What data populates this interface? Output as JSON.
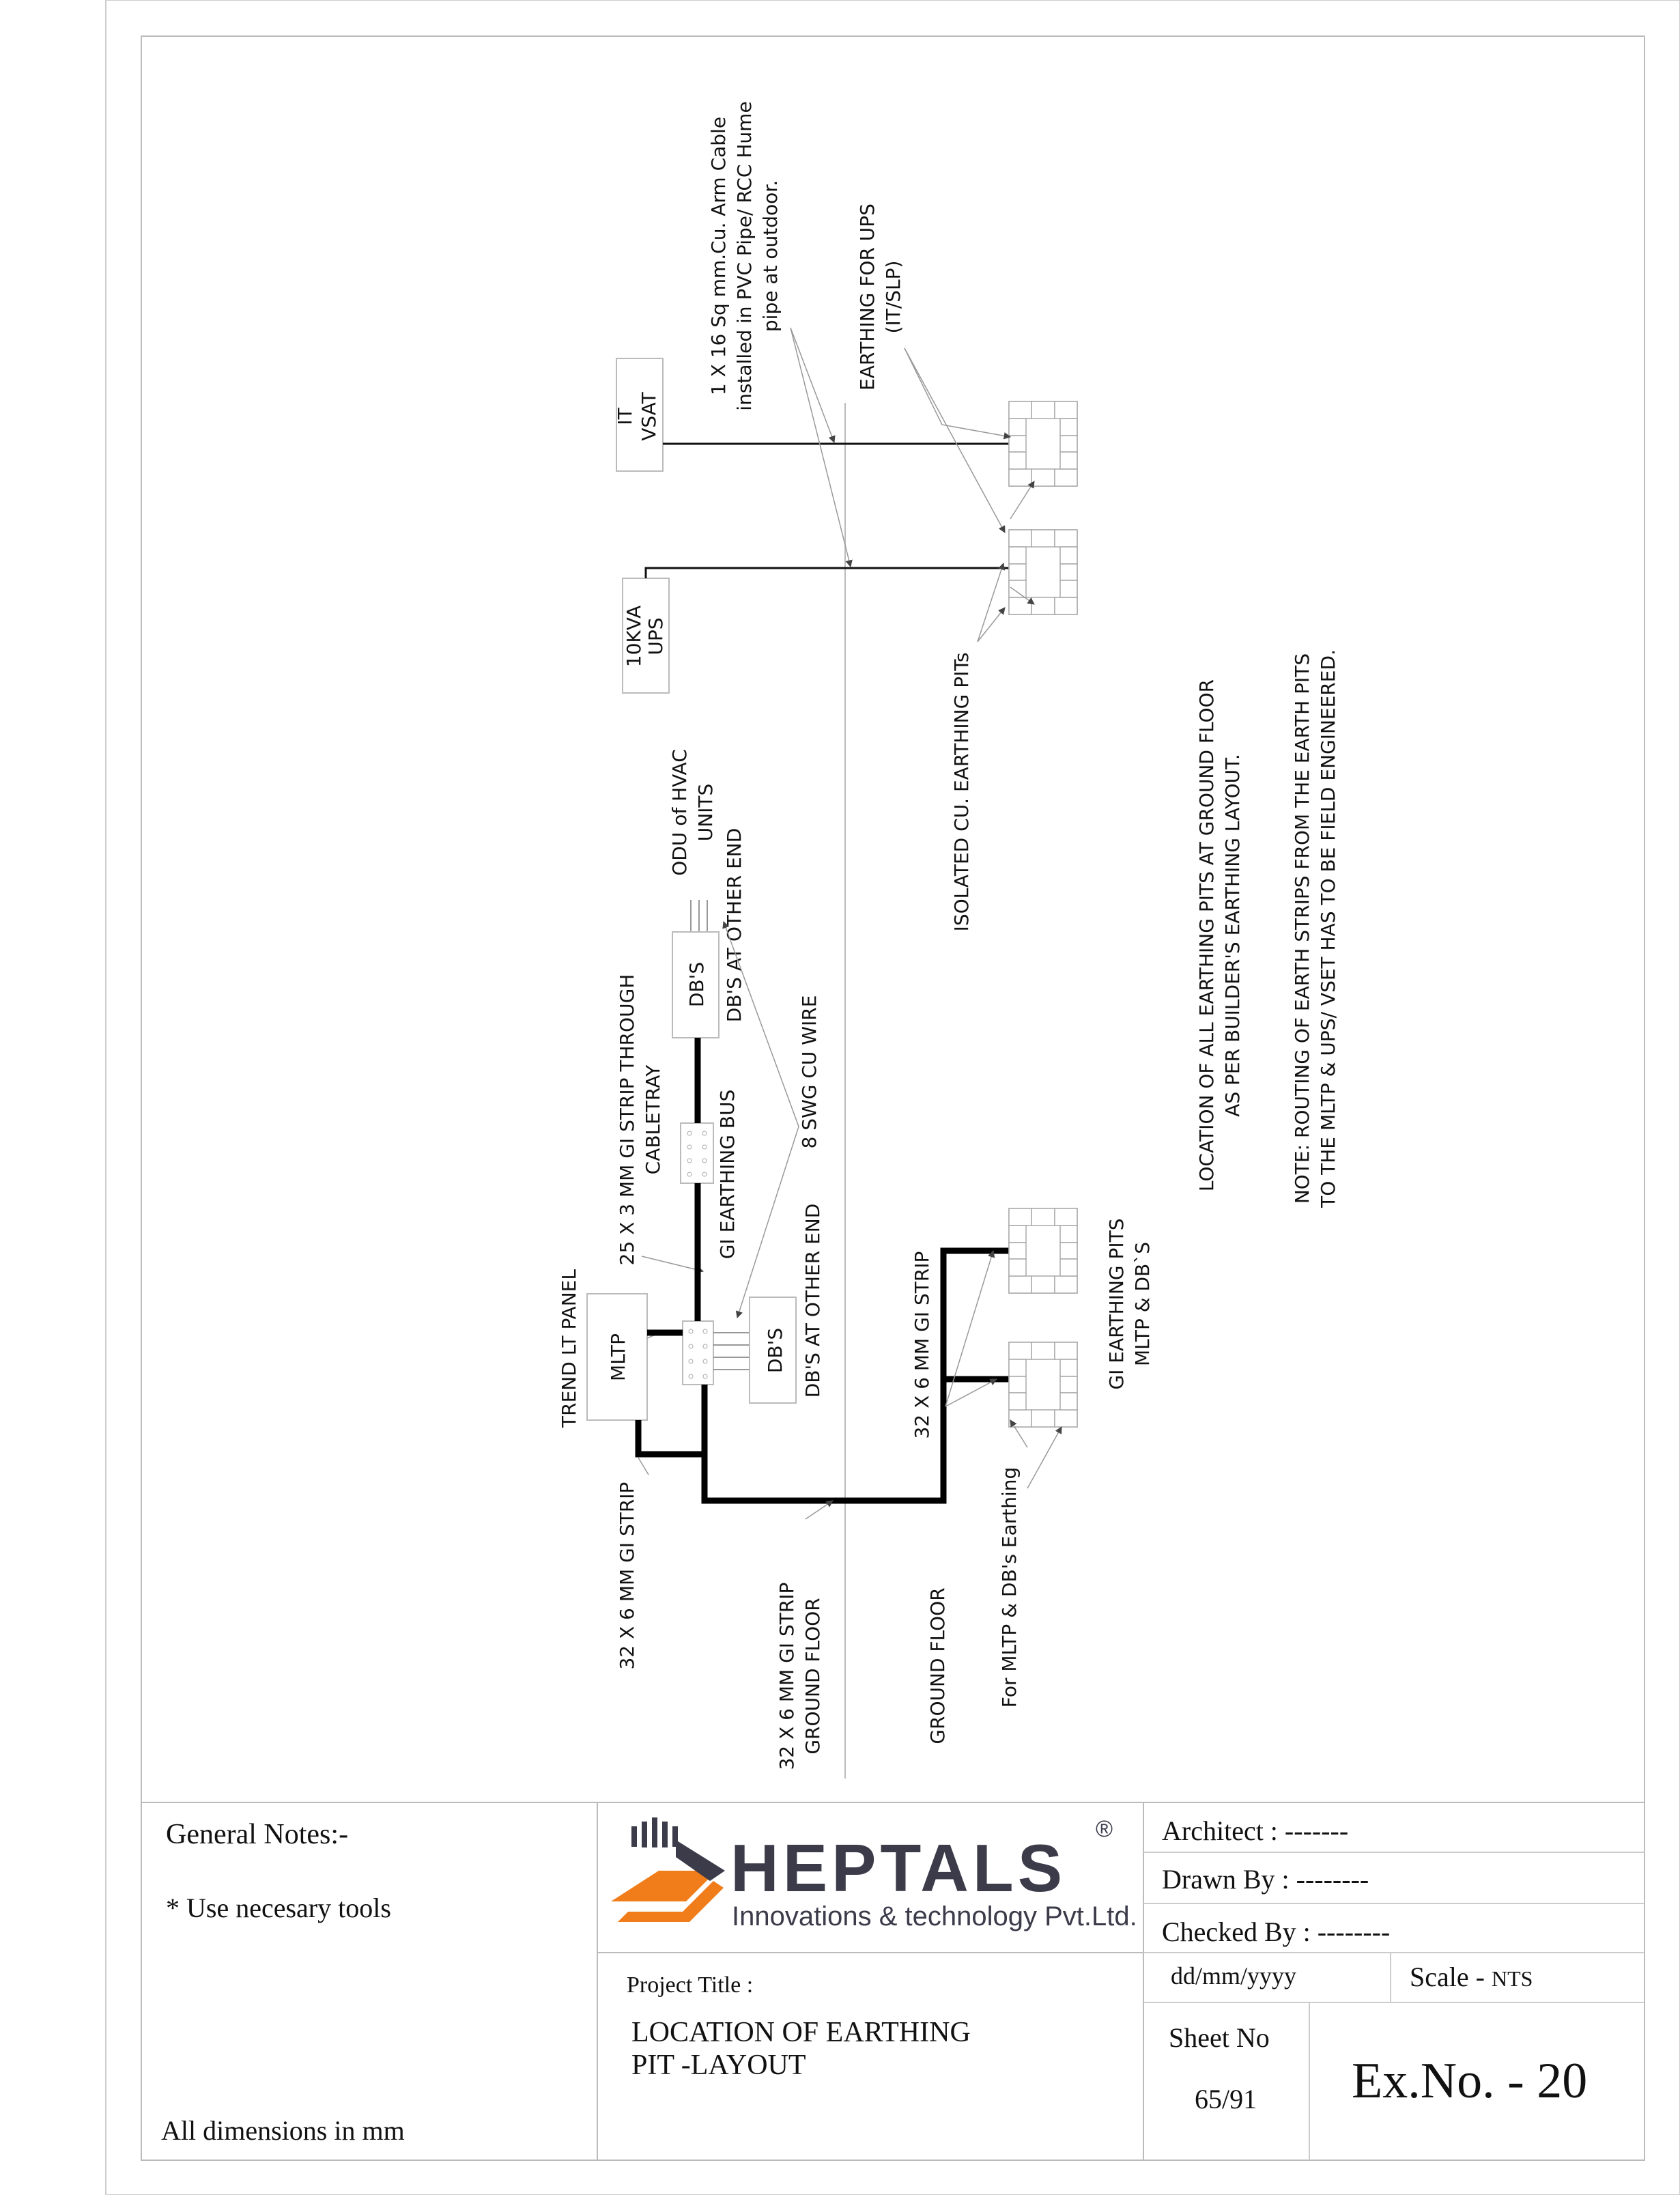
{
  "diagram": {
    "labels": {
      "cable_line1": "1 X 16 Sq mm.Cu. Arm Cable",
      "cable_line2": "installed in PVC Pipe/ RCC Hume",
      "cable_line3": "pipe at outdoor.",
      "ups_earthing_line1": "EARTHING FOR UPS",
      "ups_earthing_line2": "(IT/SLP)",
      "it_vsat_line1": "IT",
      "it_vsat_line2": "VSAT",
      "ups_line1": "10KVA",
      "ups_line2": "UPS",
      "isolated_pits": "ISOLATED CU. EARTHING PITs",
      "location_note_line1": "LOCATION OF ALL  EARTHING PITS AT GROUND FLOOR",
      "location_note_line2": "AS PER BUILDER'S EARTHING LAYOUT.",
      "routing_note_line1": "NOTE:  ROUTING OF EARTH STRIPS FROM THE EARTH PITS",
      "routing_note_line2": "TO THE MLTP & UPS/ VSET HAS TO BE FIELD ENGINEERED.",
      "odu_line1": "ODU of HVAC",
      "odu_line2": "UNITS",
      "dbs_top": "DB'S",
      "dbs_other_end_top": "DB'S AT OTHER END",
      "strip_tray_line1": "25 X 3 MM GI STRIP THROUGH",
      "strip_tray_line2": "CABLETRAY",
      "gi_bus": "GI EARTHING BUS",
      "swg_wire": "8 SWG CU WIRE",
      "trend_panel": "TREND LT PANEL",
      "mltp": "MLTP",
      "dbs_bottom": "DB'S",
      "dbs_other_end_bottom": "DB'S AT OTHER END",
      "gi_strip_32_left": "32 X 6 MM GI STRIP",
      "gi_strip_32_ground_line1": "32 X 6 MM GI STRIP",
      "gi_strip_32_ground_line2": "GROUND FLOOR",
      "ground_floor": "GROUND FLOOR",
      "gi_strip_32_right": "32 X 6 MM GI STRIP",
      "mltp_db_earthing": "For MLTP & DB's Earthing",
      "gi_pits_line1": "GI EARTHING PITS",
      "gi_pits_line2": "MLTP & DB`S"
    }
  },
  "title_block": {
    "general_notes_heading": "General Notes:-",
    "general_notes_item": "* Use necesary tools",
    "dimensions_note": "All dimensions in mm",
    "logo_name": "HEPTALS",
    "logo_registered": "®",
    "logo_tagline": "Innovations & technology Pvt.Ltd.",
    "architect": "Architect :  -------",
    "drawn_by": "Drawn By :  --------",
    "checked_by": "Checked By : --------",
    "date": "dd/mm/yyyy",
    "scale_label": "Scale - ",
    "scale_value": "NTS",
    "project_title_label": "Project Title :",
    "project_title_line1": "LOCATION OF EARTHING",
    "project_title_line2": "PIT -LAYOUT",
    "sheet_no_label": "Sheet No",
    "sheet_no_value": "65/91",
    "ex_no": "Ex.No. - 20"
  },
  "colors": {
    "logo_orange": "#f07d1a",
    "logo_dark": "#3b3b4a"
  }
}
